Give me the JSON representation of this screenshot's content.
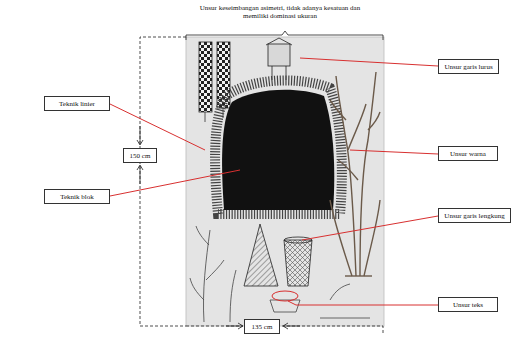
{
  "diagram": {
    "nodes": [
      {
        "text": [
          "Unsur garis lurus"
        ]
      },
      {
        "text": [
          "Teknik linier"
        ]
      },
      {
        "text": [
          "Unsur warna"
        ]
      },
      {
        "text": [
          "150 cm"
        ]
      },
      {
        "text": [
          "Teknik blok"
        ]
      },
      {
        "text": [
          "Unsur garis lengkung"
        ]
      },
      {
        "text": [
          "Unsur teks"
        ]
      },
      {
        "text": [
          "135 cm"
        ]
      }
    ],
    "labels": [
      "Unsur keseimbangan asimetri, tidak adanya kesatuan dan memiliki dominasi ukuran"
    ]
  }
}
